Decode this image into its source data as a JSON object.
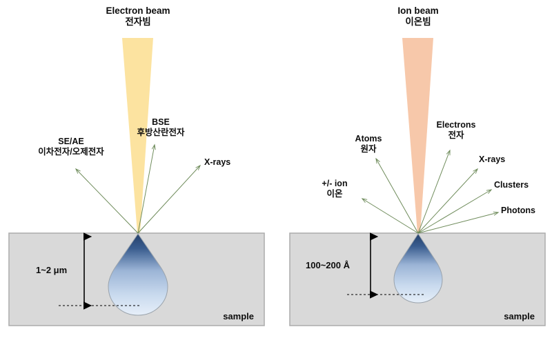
{
  "figure": {
    "type": "scientific-diagram",
    "description": "Comparison of electron beam and ion beam interaction with a sample",
    "panels": [
      {
        "id": "electron",
        "title_en": "Electron beam",
        "title_ko": "전자빔",
        "beam_color": "#FCE3A0",
        "interaction_depth": "1~2 μm",
        "sample_label": "sample",
        "signals": [
          {
            "id": "se-ae",
            "label_en": "SE/AE",
            "label_ko": "이차전자/오제전자"
          },
          {
            "id": "bse",
            "label_en": "BSE",
            "label_ko": "후방산란전자"
          },
          {
            "id": "x-rays",
            "label_en": "X-rays",
            "label_ko": ""
          }
        ]
      },
      {
        "id": "ion",
        "title_en": "Ion beam",
        "title_ko": "이온빔",
        "beam_color": "#F7C8AA",
        "interaction_depth": "100~200 Å",
        "sample_label": "sample",
        "signals": [
          {
            "id": "atoms",
            "label_en": "Atoms",
            "label_ko": "원자"
          },
          {
            "id": "ions",
            "label_en": "+/- ion",
            "label_ko": "이온"
          },
          {
            "id": "electrons",
            "label_en": "Electrons",
            "label_ko": "전자"
          },
          {
            "id": "x-rays",
            "label_en": "X-rays",
            "label_ko": ""
          },
          {
            "id": "clusters",
            "label_en": "Clusters",
            "label_ko": ""
          },
          {
            "id": "photons",
            "label_en": "Photons",
            "label_ko": ""
          }
        ]
      }
    ]
  },
  "colors": {
    "electron_beam": "#FCE3A0",
    "ion_beam": "#F7C8AA",
    "sample_fill": "#D9D9D9",
    "sample_stroke": "#AFAFAF",
    "arrow": "#6E8B5A",
    "teardrop_top": "#27496D",
    "teardrop_bottom": "#E3ECF8",
    "text": "#0D0D0D",
    "dimension": "#000000"
  }
}
